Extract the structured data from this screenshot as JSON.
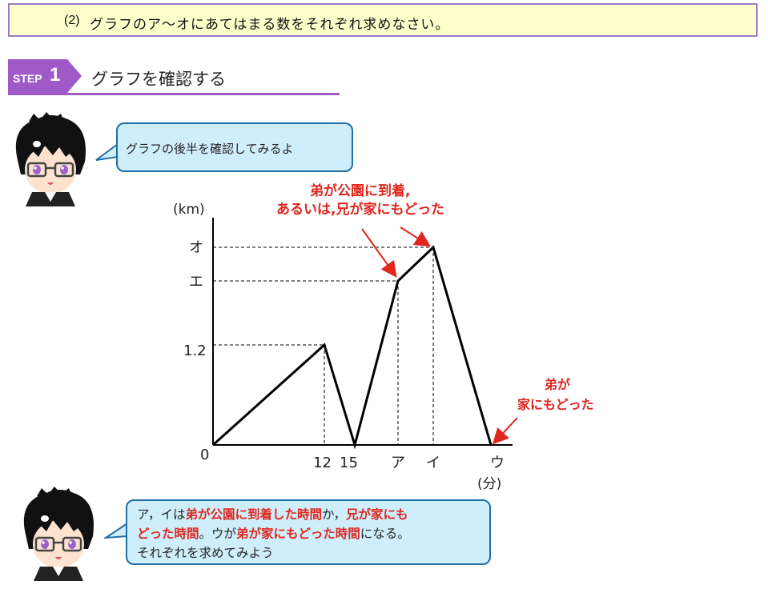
{
  "question": {
    "number": "(2)",
    "text": "グラフのア〜オにあてはまる数をそれぞれ求めなさい。"
  },
  "step": {
    "label": "STEP",
    "number": "1",
    "title": "グラフを確認する"
  },
  "bubble1": {
    "text": "グラフの後半を確認してみるよ"
  },
  "graph": {
    "y_unit": "(km)",
    "x_unit": "(分)",
    "origin": "0",
    "y_labels": {
      "o": "オ",
      "e": "エ",
      "v12": "1.2"
    },
    "x_labels": {
      "v12": "12",
      "v15": "15",
      "a": "ア",
      "i": "イ",
      "u": "ウ"
    },
    "annotation_top_line1": "弟が公園に到着,",
    "annotation_top_line2": "あるいは,兄が家にもどった",
    "annotation_right_line1": "弟が",
    "annotation_right_line2": "家にもどった",
    "accent_color": "#e0261e"
  },
  "bubble2": {
    "l1_a": "ア，イは",
    "l1_b": "弟が公園に到着した時間",
    "l1_c": "か，",
    "l1_d": "兄が家にも",
    "l2_a": "どった時間",
    "l2_b": "。ウが",
    "l2_c": "弟が家にもどった時間",
    "l2_d": "になる。",
    "l3": "それぞれを求めてみよう"
  },
  "colors": {
    "question_bg": "#ffffcc",
    "question_border": "#9b7bc7",
    "step_purple": "#a05ac8",
    "bubble_bg": "#cfeefb",
    "bubble_border": "#1f6fa8",
    "red": "#e0261e"
  }
}
